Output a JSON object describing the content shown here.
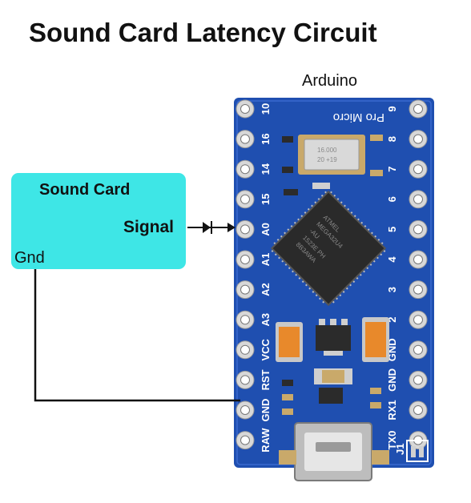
{
  "title": "Sound Card Latency Circuit",
  "arduino_label": "Arduino",
  "sound_card": {
    "title": "Sound Card",
    "signal_label": "Signal",
    "gnd_label": "Gnd"
  },
  "board": {
    "name": "Pro Micro",
    "chip_text": [
      "ATMEL",
      "MEGA32U4",
      "-AU",
      "1523E PH",
      "8B3AWA"
    ],
    "crystal_text": [
      "16.000",
      "20 +19"
    ],
    "left_pins": [
      "10",
      "16",
      "14",
      "15",
      "A0",
      "A1",
      "A2",
      "A3",
      "VCC",
      "RST",
      "GND",
      "RAW"
    ],
    "right_pins": [
      "9",
      "8",
      "7",
      "6",
      "5",
      "4",
      "3",
      "2",
      "GND",
      "GND",
      "RX1",
      "TX0"
    ],
    "jumper_label": "J1",
    "colors": {
      "pcb": "#1f4fb0",
      "chip": "#2a2a2a",
      "pad": "#d8d8d8",
      "capacitor": "#e8892b"
    }
  },
  "colors": {
    "sound_card_fill": "#3ee6e6",
    "wire": "#111111"
  }
}
